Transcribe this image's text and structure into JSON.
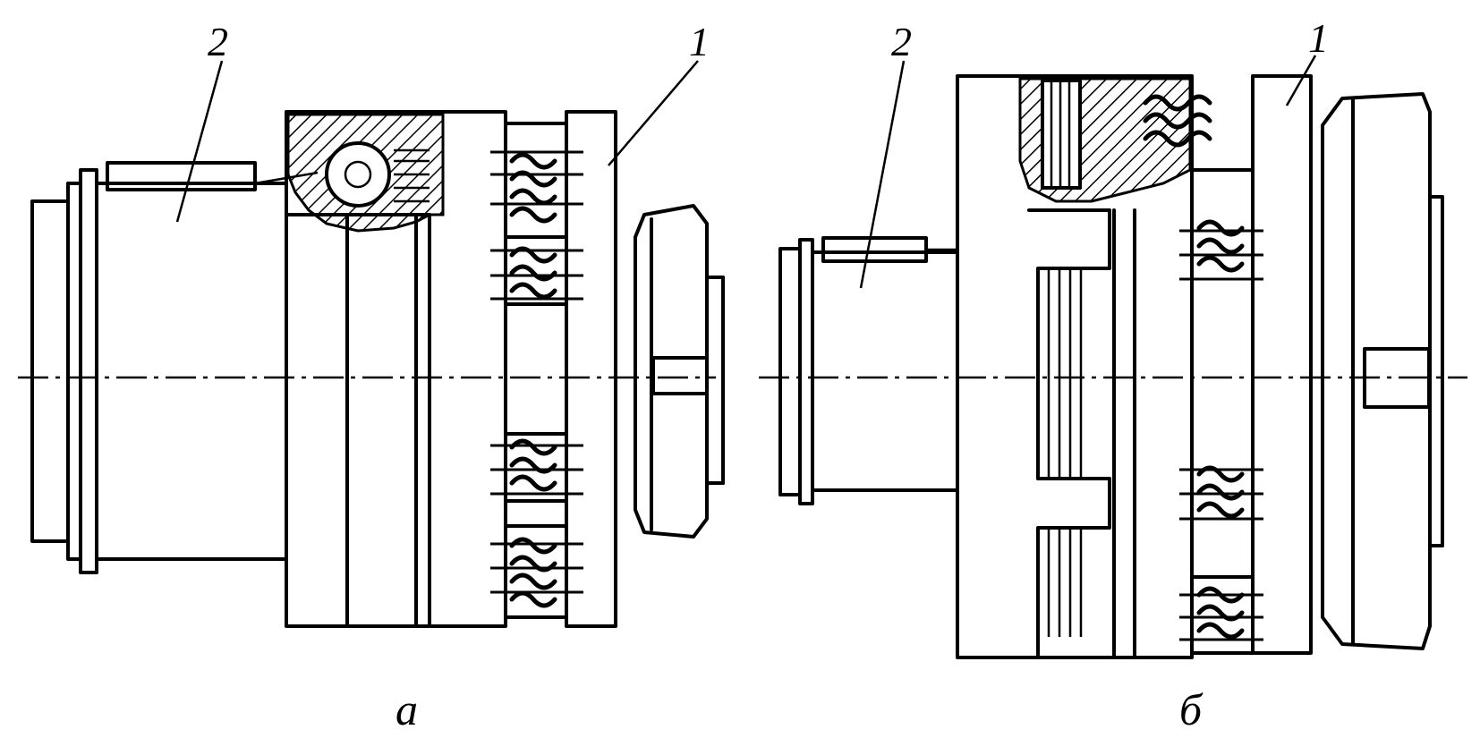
{
  "figure_a": {
    "label_part_1": "1",
    "label_part_2": "2",
    "caption": "а"
  },
  "figure_b": {
    "label_part_1": "1",
    "label_part_2": "2",
    "caption": "б"
  }
}
